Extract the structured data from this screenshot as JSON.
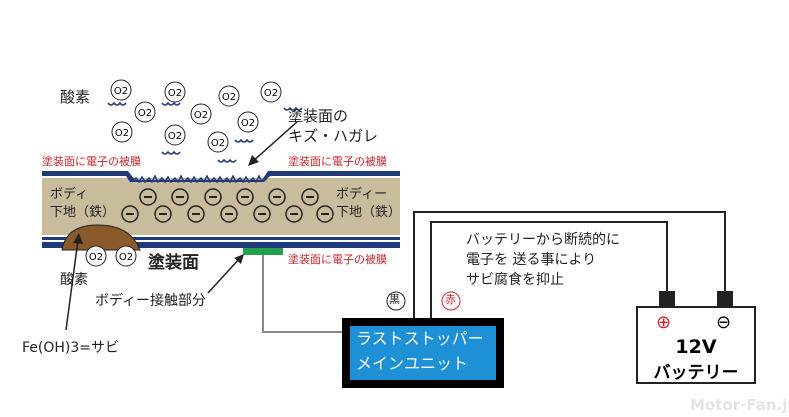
{
  "labels": {
    "oxygen_top": "酸素",
    "damage": "塗装面の\nキズ・ハガレ",
    "film_left": "塗装面に電子の被膜",
    "film_right": "塗装面に電子の被膜",
    "film_bottom": "塗装面に電子の被膜",
    "body_left": "ボディ\n下地（鉄）",
    "body_right": "ボディー\n下地（鉄）",
    "oxygen_bottom": "酸素",
    "paint_surface": "塗装面",
    "contact": "ボディー接触部分",
    "rust": "Fe(OH)3=サビ",
    "black_wire": "黒",
    "red_wire": "赤",
    "description": "バッテリーから断続的に\n電子を 送る事により\nサビ腐食を抑止",
    "unit": "ラストストッパー\nメインユニット",
    "battery_plus": "⊕",
    "battery_minus": "⊖",
    "battery_voltage": "12V",
    "battery_label": "バッテリー",
    "oxygen_symbol": "O2",
    "electron_symbol": "⊖"
  },
  "watermark": "Motor-Fan.jp",
  "colors": {
    "paint": "#1f3a7a",
    "steel": "#c9bc9c",
    "rust": "#8b5a2b",
    "unit": "#1e90d6",
    "contact": "#22a04a",
    "film": "#d0232a"
  }
}
